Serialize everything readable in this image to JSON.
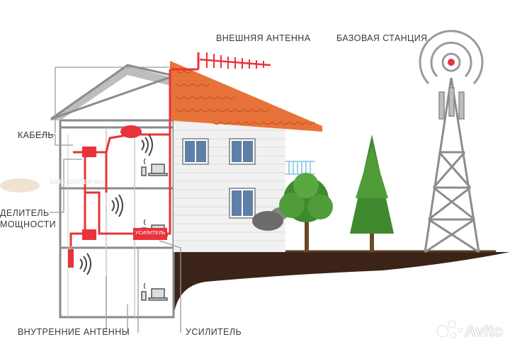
{
  "labels": {
    "external_antenna": "ВНЕШНЯЯ АНТЕННА",
    "base_station": "БАЗОВАЯ СТАНЦИЯ",
    "cable": "КАБЕЛЬ",
    "splitter_line1": "ДЕЛИТЕЛЬ",
    "splitter_line2": "МОЩНОСТИ",
    "internal_antennas": "ВНУТРЕННИЕ АНТЕННЫ",
    "amplifier": "УСИЛИТЕЛЬ",
    "amplifier_box": "УСИЛИТЕЛЬ"
  },
  "watermark": {
    "text": "Avito",
    "faint_site_text": "GSM-CENTER.RU"
  },
  "colors": {
    "cable_red": "#e8333a",
    "roof_orange": "#e8733a",
    "ground_brown": "#3b2417",
    "tower_gray": "#8c8c8c",
    "tree_green": "#3f8a2e",
    "label_gray": "#3a3a3a"
  }
}
